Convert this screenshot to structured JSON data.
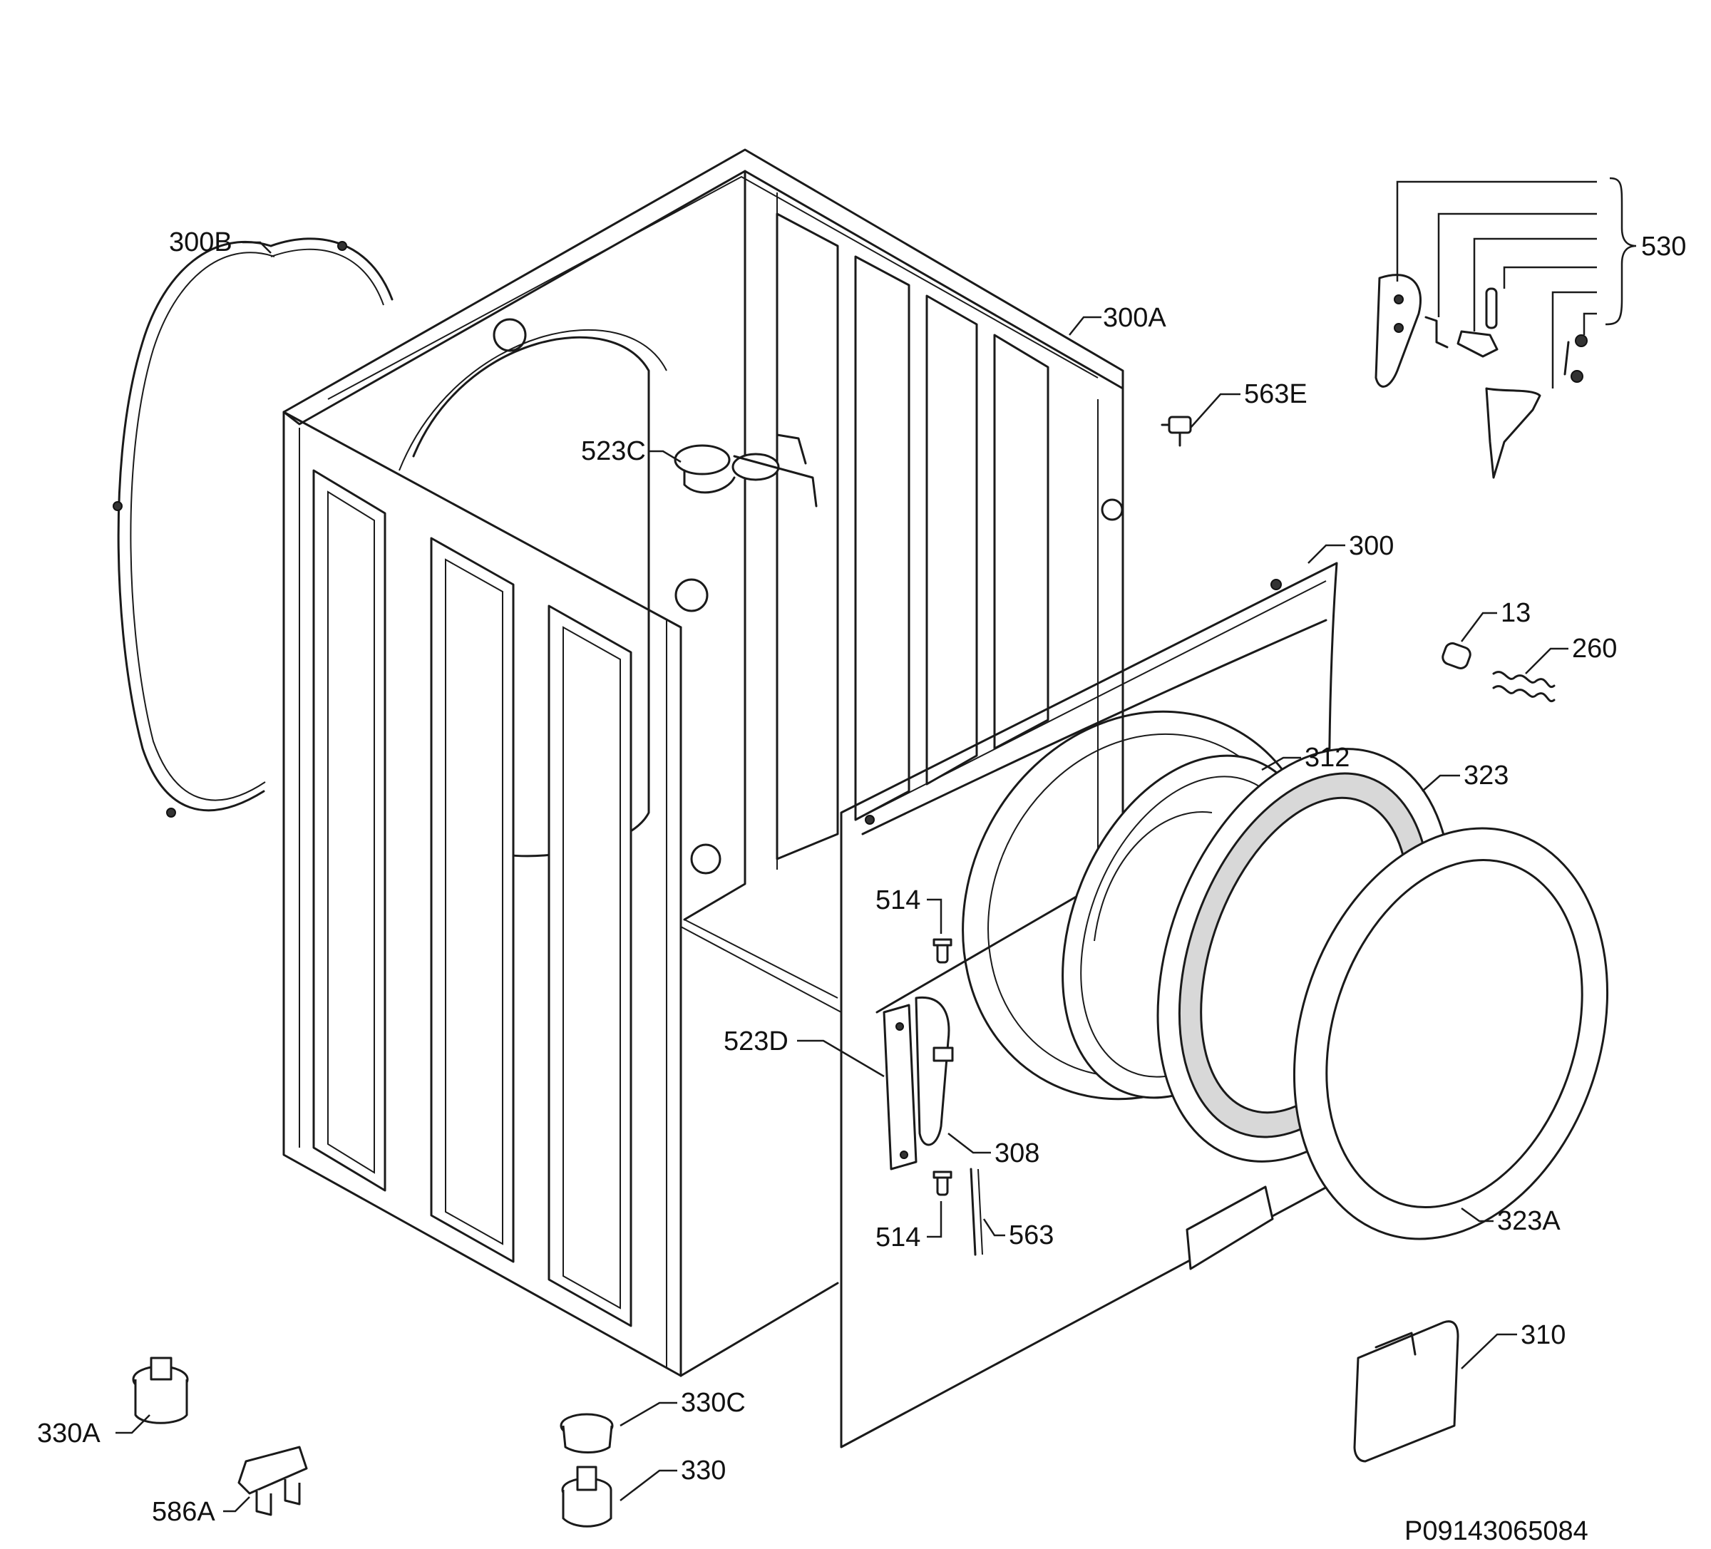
{
  "labels": {
    "l300B": "300B",
    "l300A": "300A",
    "l563E": "563E",
    "l523C": "523C",
    "l530": "530",
    "l300": "300",
    "l13": "13",
    "l260": "260",
    "l312": "312",
    "l323": "323",
    "l514a": "514",
    "l523D": "523D",
    "l308": "308",
    "l514b": "514",
    "l563": "563",
    "l323A": "323A",
    "l310": "310",
    "l330C": "330C",
    "l330": "330",
    "l330A": "330A",
    "l586A": "586A"
  },
  "drawing_code": "P09143065084"
}
